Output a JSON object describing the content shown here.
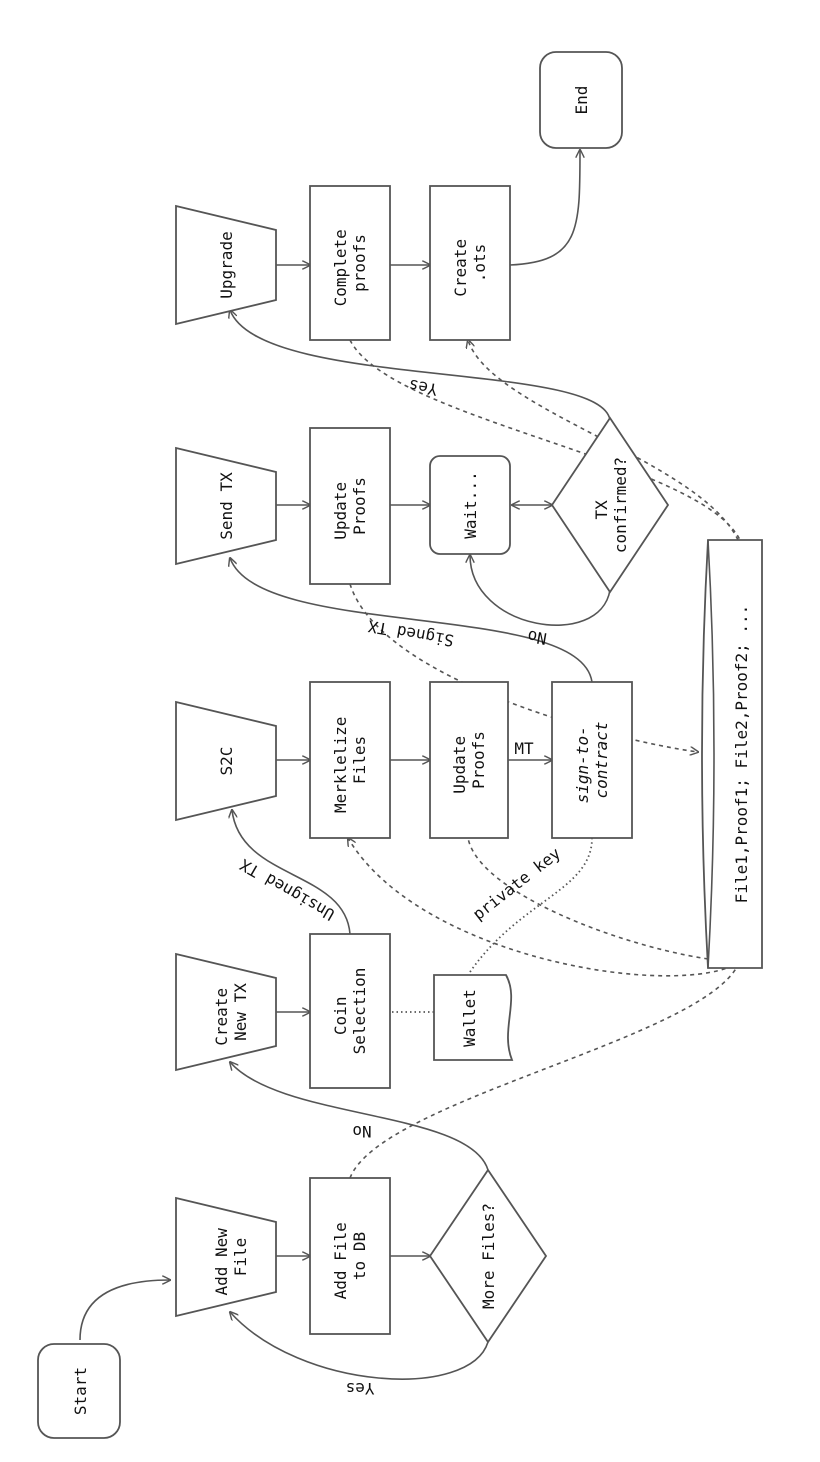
{
  "nodes": {
    "start": "Start",
    "add_new_file": [
      "Add New",
      "File"
    ],
    "add_file_db": [
      "Add File",
      "to DB"
    ],
    "more_files": "More Files?",
    "create_new_tx": [
      "Create",
      "New TX"
    ],
    "coin_selection": [
      "Coin",
      "Selection"
    ],
    "wallet": "Wallet",
    "s2c": "S2C",
    "merklelize": [
      "Merklelize",
      "Files"
    ],
    "update_proofs_1": [
      "Update",
      "Proofs"
    ],
    "sign_to_contract": [
      "sign-to-",
      "contract"
    ],
    "send_tx": "Send TX",
    "update_proofs_2": [
      "Update",
      "Proofs"
    ],
    "wait": "Wait...",
    "tx_confirmed": [
      "TX",
      "confirmed?"
    ],
    "upgrade": "Upgrade",
    "complete_proofs": [
      "Complete",
      "proofs"
    ],
    "create_ots": [
      "Create",
      ".ots"
    ],
    "end": "End",
    "database": "File1,Proof1; File2,Proof2; ..."
  },
  "edge_labels": {
    "yes_more_files": "Yes",
    "no_more_files": "No",
    "unsigned_tx": "Unsigned TX",
    "private_key": "private key",
    "mt": "MT",
    "signed_tx": "Signed TX",
    "no_confirmed": "No",
    "yes_confirmed": "Yes"
  },
  "colors": {
    "stroke": "#555555",
    "text": "#111111",
    "background": "#ffffff"
  }
}
